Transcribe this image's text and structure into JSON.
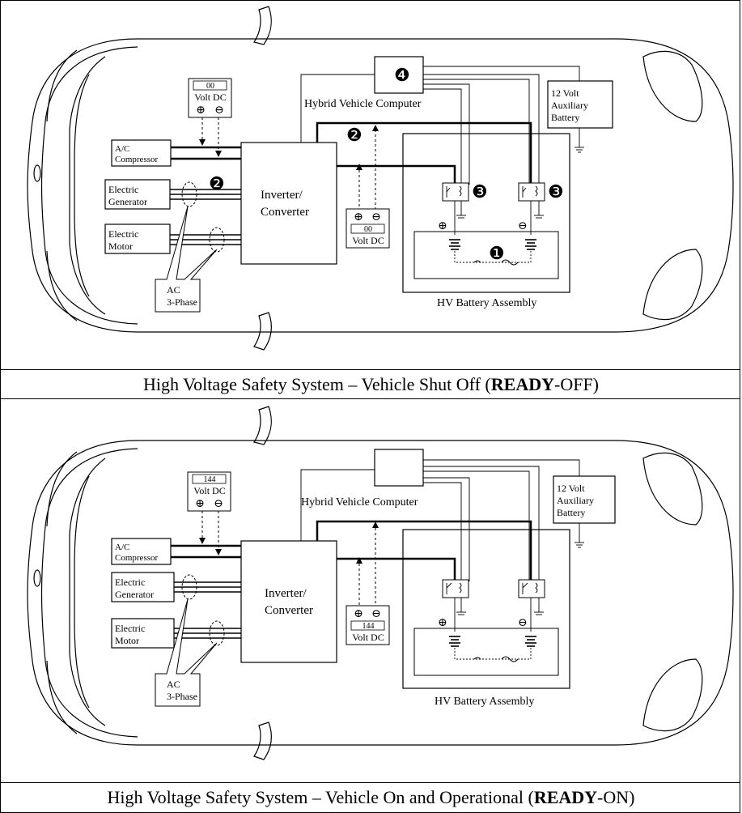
{
  "panels": [
    {
      "id": "ready-off",
      "caption": {
        "prefix": "High Voltage Safety System – Vehicle Shut Off (",
        "bold": "READY",
        "suffix": "-OFF)"
      },
      "meter_top": {
        "value": "00",
        "unit": "Volt DC",
        "pos": "⊕",
        "neg": "⊖"
      },
      "meter_mid": {
        "value": "00",
        "unit": "Volt DC",
        "pos": "⊕",
        "neg": "⊖"
      },
      "labels": {
        "hv_computer": "Hybrid Vehicle Computer",
        "aux_battery": [
          "12 Volt",
          "Auxiliary",
          "Battery"
        ],
        "ac_compressor": [
          "A/C",
          "Compressor"
        ],
        "generator": [
          "Electric",
          "Generator"
        ],
        "motor": [
          "Electric",
          "Motor"
        ],
        "inverter": [
          "Inverter/",
          "Converter"
        ],
        "ac_phase": [
          "AC",
          "3-Phase"
        ],
        "battery_assembly": "HV Battery Assembly",
        "plus": "⊕",
        "minus": "⊖"
      },
      "markers": {
        "m1": "❶",
        "m2": "❷",
        "m3": "❸",
        "m4": "❹"
      }
    },
    {
      "id": "ready-on",
      "caption": {
        "prefix": "High Voltage Safety System – Vehicle On and Operational (",
        "bold": "READY",
        "suffix": "-ON)"
      },
      "meter_top": {
        "value": "144",
        "unit": "Volt DC",
        "pos": "⊕",
        "neg": "⊖"
      },
      "meter_mid": {
        "value": "144",
        "unit": "Volt DC",
        "pos": "⊕",
        "neg": "⊖"
      },
      "labels": {
        "hv_computer": "Hybrid Vehicle Computer",
        "aux_battery": [
          "12 Volt",
          "Auxiliary",
          "Battery"
        ],
        "ac_compressor": [
          "A/C",
          "Compressor"
        ],
        "generator": [
          "Electric",
          "Generator"
        ],
        "motor": [
          "Electric",
          "Motor"
        ],
        "inverter": [
          "Inverter/",
          "Converter"
        ],
        "ac_phase": [
          "AC",
          "3-Phase"
        ],
        "battery_assembly": "HV Battery Assembly",
        "plus": "⊕",
        "minus": "⊖"
      }
    }
  ]
}
